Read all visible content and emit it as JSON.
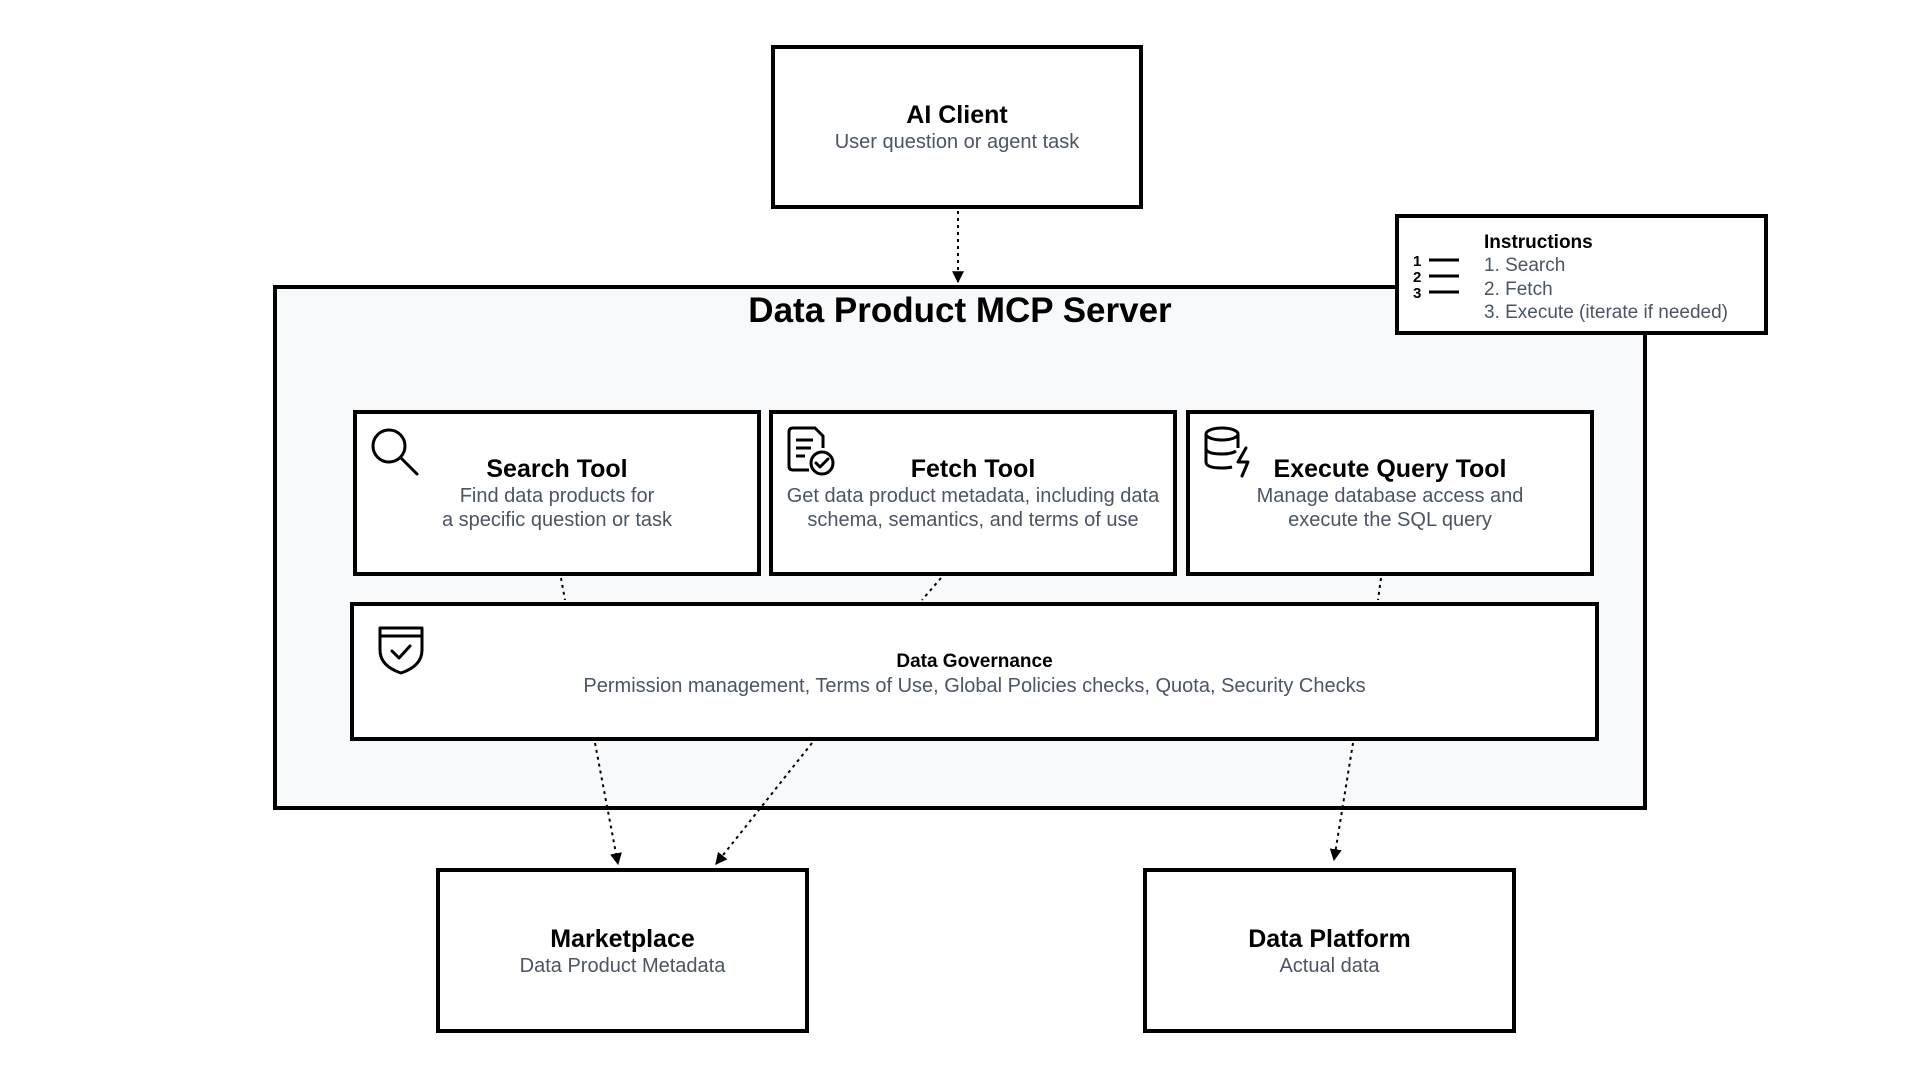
{
  "ai_client": {
    "title": "AI Client",
    "subtitle": "User question or agent task"
  },
  "server": {
    "title": "Data Product MCP Server"
  },
  "instructions": {
    "title": "Instructions",
    "steps": [
      "1. Search",
      "2. Fetch",
      "3. Execute (iterate if needed)"
    ],
    "icon": "numbered-list-icon"
  },
  "tools": {
    "search": {
      "title": "Search Tool",
      "description": "Find data products for\na specific question or task",
      "icon": "magnifier-icon"
    },
    "fetch": {
      "title": "Fetch Tool",
      "description": "Get data product metadata, including data\nschema, semantics, and terms of use",
      "icon": "document-check-icon"
    },
    "execute": {
      "title": "Execute Query Tool",
      "description": "Manage database access and\nexecute the SQL query",
      "icon": "database-bolt-icon"
    }
  },
  "governance": {
    "title": "Data Governance",
    "description": "Permission management, Terms of Use, Global Policies checks, Quota, Security Checks",
    "icon": "shield-check-icon"
  },
  "marketplace": {
    "title": "Marketplace",
    "subtitle": "Data Product Metadata"
  },
  "data_platform": {
    "title": "Data Platform",
    "subtitle": "Actual data"
  },
  "colors": {
    "stroke": "#000000",
    "muted_text": "#4b5563",
    "server_fill": "#f8f9fa"
  }
}
